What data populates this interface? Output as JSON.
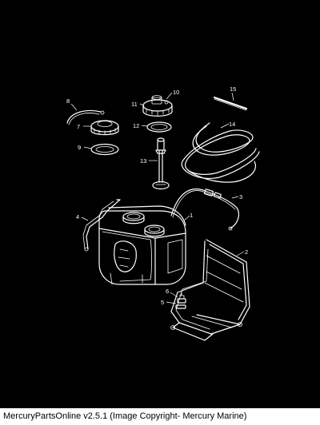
{
  "callouts": {
    "p1": "1",
    "p2": "2",
    "p3": "3",
    "p4": "4",
    "p5": "5",
    "p6": "6",
    "p7": "7",
    "p8": "8",
    "p9": "9",
    "p10": "10",
    "p11": "11",
    "p12": "12",
    "p13": "13",
    "p14": "14",
    "p15": "15"
  },
  "footer": {
    "caption": "MercuryPartsOnline v2.5.1 (Image Copyright- Mercury Marine)"
  },
  "colors": {
    "background": "#000000",
    "line": "#ffffff",
    "footer_bg": "#ffffff",
    "footer_text": "#000000"
  }
}
